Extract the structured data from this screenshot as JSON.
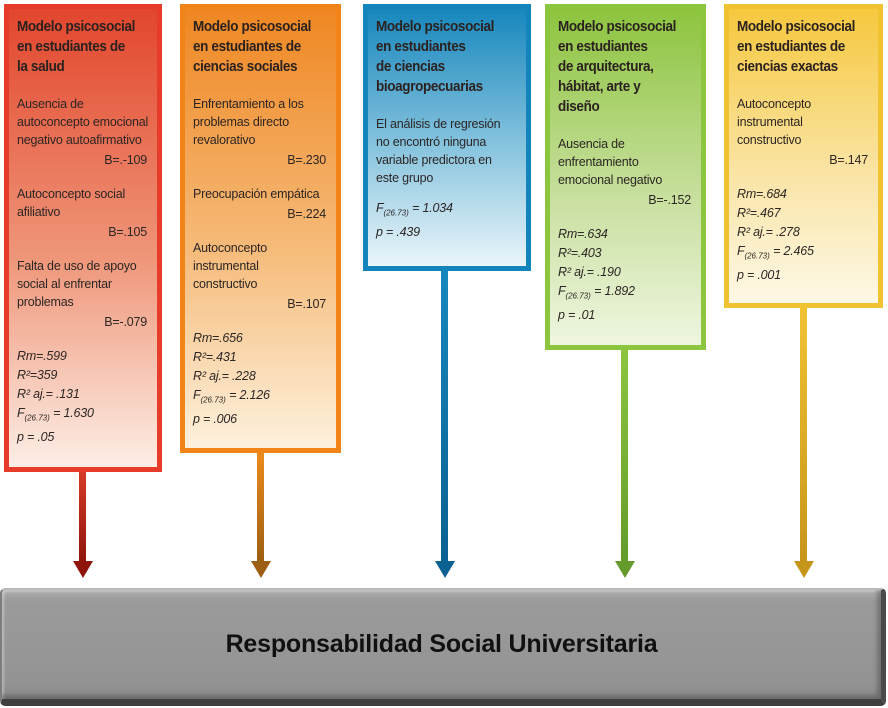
{
  "target": {
    "label": "Responsabilidad Social Universitaria",
    "fill_color": "#949494",
    "text_color": "#101010"
  },
  "boxes": [
    {
      "id": "salud",
      "title": "Modelo psicosocial\nen estudiantes de\nla salud",
      "predictors": [
        {
          "text": "Ausencia de\nautoconcepto emocional\nnegativo autoafirmativo",
          "beta": "B=.-109"
        },
        {
          "text": "Autoconcepto social\nafiliativo",
          "beta": "B=.105"
        },
        {
          "text": "Falta de uso de apoyo\nsocial al enfrentar\nproblemas",
          "beta": "B=-.079"
        }
      ],
      "note": "",
      "stats": [
        [
          {
            "t": "Rm=.599"
          }
        ],
        [
          {
            "t": "R²=359"
          }
        ],
        [
          {
            "t": "R² aj.= .131"
          }
        ],
        [
          {
            "t": "F"
          },
          {
            "t": "(26.73)",
            "sub": true
          },
          {
            "t": " = 1.630"
          }
        ],
        [
          {
            "t": "p = .05"
          }
        ]
      ],
      "colors": {
        "border": "#e73c29",
        "g1": "#e2462d",
        "g2": "#ef977a",
        "g3": "#fdeee6",
        "arrow": "#d43b26",
        "arrow_dark": "#8f150c"
      }
    },
    {
      "id": "sociales",
      "title": "Modelo psicosocial\nen estudiantes de\nciencias sociales",
      "predictors": [
        {
          "text": "Enfrentamiento a los\nproblemas directo\nrevalorativo",
          "beta": "B=.230"
        },
        {
          "text": "Preocupación empática",
          "beta": "B=.224"
        },
        {
          "text": "Autoconcepto\ninstrumental\nconstructivo",
          "beta": "B=.107"
        }
      ],
      "note": "",
      "stats": [
        [
          {
            "t": "Rm=.656"
          }
        ],
        [
          {
            "t": "R²=.431"
          }
        ],
        [
          {
            "t": "R² aj.= .228"
          }
        ],
        [
          {
            "t": "F"
          },
          {
            "t": "(26.73)",
            "sub": true
          },
          {
            "t": " = 2.126"
          }
        ],
        [
          {
            "t": "p = .006"
          }
        ]
      ],
      "colors": {
        "border": "#f08418",
        "g1": "#ef8722",
        "g2": "#f6bb7a",
        "g3": "#fdf1dd",
        "arrow": "#ec8b1c",
        "arrow_dark": "#9d5f13"
      }
    },
    {
      "id": "bioagropecuarias",
      "title": "Modelo psicosocial\nen estudiantes\nde ciencias\nbioagropecuarias",
      "predictors": [],
      "note": "El análisis de regresión\nno encontró ninguna\nvariable predictora en\neste grupo",
      "stats": [
        [
          {
            "t": "F"
          },
          {
            "t": "(26.73)",
            "sub": true
          },
          {
            "t": " = 1.034"
          }
        ],
        [
          {
            "t": "p = .439"
          }
        ]
      ],
      "colors": {
        "border": "#1385bc",
        "g1": "#1787bd",
        "g2": "#8ac5df",
        "g3": "#eaf5fa",
        "arrow": "#1787bd",
        "arrow_dark": "#0b6191"
      }
    },
    {
      "id": "arte",
      "title": "Modelo psicosocial\nen estudiantes\nde arquitectura,\nhábitat, arte y\ndiseño",
      "predictors": [
        {
          "text": "Ausencia de\nenfrentamiento\nemocional negativo",
          "beta": "B=-.152"
        }
      ],
      "note": "",
      "stats": [
        [
          {
            "t": "Rm=.634"
          }
        ],
        [
          {
            "t": "R²=.403"
          }
        ],
        [
          {
            "t": "R² aj.= .190"
          }
        ],
        [
          {
            "t": "F"
          },
          {
            "t": "(26.73)",
            "sub": true
          },
          {
            "t": " = 1.892"
          }
        ],
        [
          {
            "t": "p = .01"
          }
        ]
      ],
      "colors": {
        "border": "#8cc63f",
        "g1": "#8cc43e",
        "g2": "#c7df9d",
        "g3": "#eff6e0",
        "arrow": "#8cc63f",
        "arrow_dark": "#649b2b"
      }
    },
    {
      "id": "exactas",
      "title": "Modelo psicosocial\nen estudiantes de\nciencias exactas",
      "predictors": [
        {
          "text": "Autoconcepto\ninstrumental\nconstructivo",
          "beta": "B=.147"
        }
      ],
      "note": "",
      "stats": [
        [
          {
            "t": "Rm=.684"
          }
        ],
        [
          {
            "t": "R²=.467"
          }
        ],
        [
          {
            "t": "R² aj.= .278"
          }
        ],
        [
          {
            "t": "F"
          },
          {
            "t": "(26.73)",
            "sub": true
          },
          {
            "t": " = 2.465"
          }
        ],
        [
          {
            "t": "p = .001"
          }
        ]
      ],
      "colors": {
        "border": "#f2c330",
        "g1": "#f6c83e",
        "g2": "#fae4a4",
        "g3": "#fdf8e6",
        "arrow": "#f0c232",
        "arrow_dark": "#c6961a"
      }
    }
  ]
}
